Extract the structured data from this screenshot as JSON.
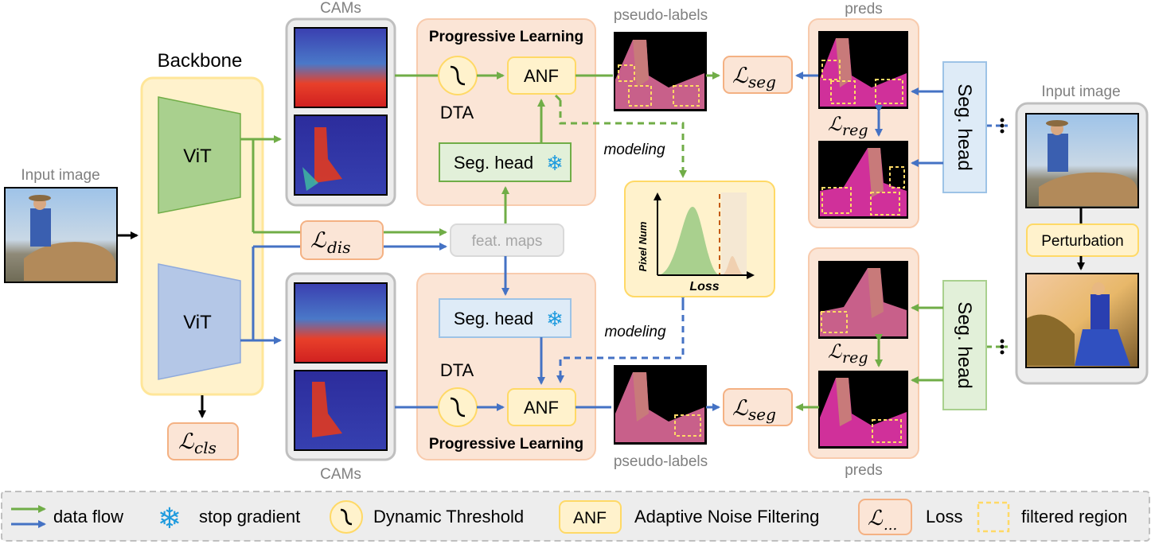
{
  "left": {
    "input_image_label": "Input image",
    "backbone_title": "Backbone",
    "vit_top": "ViT",
    "vit_bottom": "ViT",
    "loss_cls": "cls"
  },
  "cams": {
    "top_label": "CAMs",
    "bottom_label": "CAMs"
  },
  "middle": {
    "progressive_top": "Progressive Learning",
    "progressive_bottom": "Progressive Learning",
    "dta_top": "DTA",
    "dta_bottom": "DTA",
    "anf_top": "ANF",
    "anf_bottom": "ANF",
    "seg_head_top": "Seg. head",
    "seg_head_bottom": "Seg. head",
    "feat_maps": "feat. maps",
    "loss_dis": "dis",
    "modeling_top": "modeling",
    "modeling_bottom": "modeling"
  },
  "loss_plot": {
    "ylabel": "Pixel Num",
    "xlabel": "Loss"
  },
  "right": {
    "pseudo_labels_top": "pseudo-labels",
    "pseudo_labels_bottom": "pseudo-labels",
    "loss_seg_top": "seg",
    "loss_seg_bottom": "seg",
    "preds_top": "preds",
    "preds_bottom": "preds",
    "loss_reg_top": "reg",
    "loss_reg_bottom": "reg",
    "seg_head_right_top": "Seg. head",
    "seg_head_right_bottom": "Seg. head",
    "input_image_right": "Input image",
    "perturbation": "Perturbation"
  },
  "legend": {
    "data_flow": "data flow",
    "stop_gradient": "stop gradient",
    "dynamic_threshold": "Dynamic Threshold",
    "anf_box": "ANF",
    "anf_text": "Adaptive Noise Filtering",
    "loss_sub": "...",
    "loss_text": "Loss",
    "filtered_region": "filtered region"
  },
  "colors": {
    "green": "#70ad47",
    "blue": "#4472c4",
    "orange_bg": "#fbe5d6",
    "yellow_bg": "#fff2cc",
    "yellow_border": "#ffd966",
    "gray": "#a6a6a6"
  }
}
